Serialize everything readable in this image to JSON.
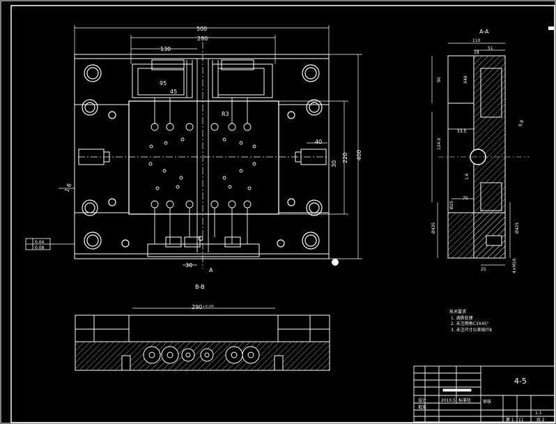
{
  "dims": {
    "top_overall": "500",
    "top_inner": "280",
    "top_left": "130",
    "right_overall": "400",
    "right_inner": "220",
    "right_small": "30",
    "slot_width": "40",
    "bottom_small": "30",
    "insert_a": "95",
    "insert_b": "45",
    "angle_r": "R3",
    "angle_tag": "1.6"
  },
  "section_labels": {
    "aa": "A-A",
    "bb": "B-B",
    "a_mark": "A"
  },
  "side_view": {
    "d_width": "110",
    "d_a": "18",
    "d_b": "51",
    "d_h1": "90",
    "d_h2": "124.0",
    "d_x": "X48",
    "d_pocket": "53.5",
    "d_70": "70",
    "d_25": "25",
    "d_sr": "0.8",
    "d_16": "1.6",
    "d_phi_a": "Ø425",
    "d_phi_b": "Ø435",
    "d_phi_c": "Ø25",
    "d_bottom": "4×M16"
  },
  "section_dim": "290⁺⁰⋅⁰⁰",
  "tolerance_box": {
    "row1": "0.04",
    "row2": "0.08"
  },
  "notes": {
    "title": "技术要求",
    "items": [
      "1. 调质处理",
      "2. 未注倒角C3X45°",
      "3. 未注尺寸公差按IT8"
    ]
  },
  "title_block": {
    "part_no": "4-5",
    "scale": "1:1",
    "sheet": "共 2",
    "sheet_no": "第 1",
    "mark": "11",
    "drawn": "设计",
    "date": "2010.5",
    "label_a": "标准化",
    "label_b": "审核",
    "label_c": "批准"
  }
}
